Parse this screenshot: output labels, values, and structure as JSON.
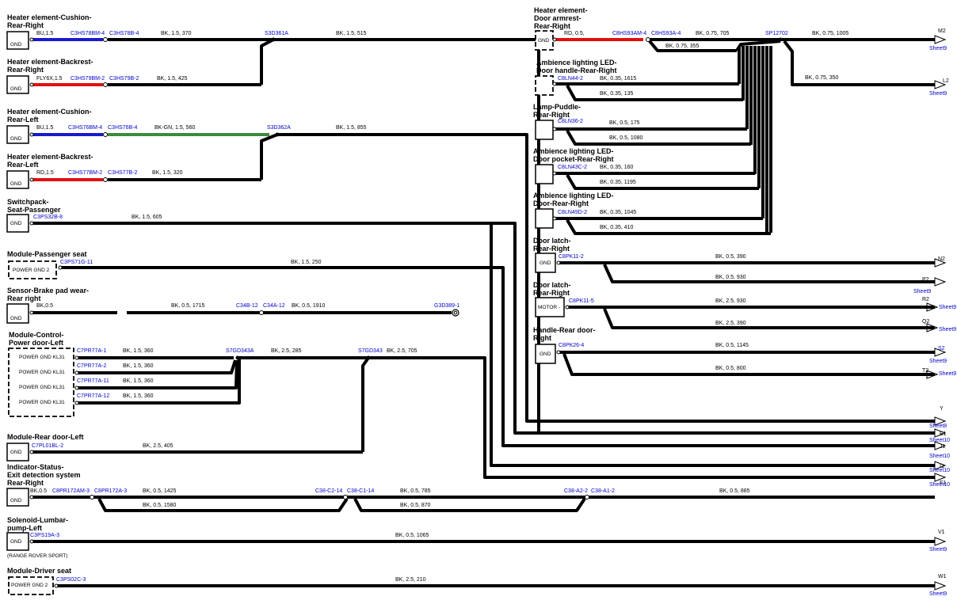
{
  "components": {
    "cushion_rr": {
      "title_1": "Heater element-Cushion-",
      "title_2": "Rear-Right",
      "box": "GND",
      "spec": "BU,1.5",
      "conn_a": "C3HS78BM-4",
      "conn_b": "C3HS78B-4",
      "wire": "BK,  1.5,  370"
    },
    "backrest_rr": {
      "title_1": "Heater element-Backrest-",
      "title_2": "Rear-Right",
      "box": "GND",
      "spec": "FLY6X,1.5",
      "conn_a": "C3HS79BM-2",
      "conn_b": "C3HS79B-2",
      "wire": "BK,  1.5,  425"
    },
    "cushion_rl": {
      "title_1": "Heater element-Cushion-",
      "title_2": "Rear-Left",
      "box": "GND",
      "spec": "BU,1.5",
      "conn_a": "C3HS76BM-4",
      "conn_b": "C3HS76B-4",
      "wire": "BK-GN,  1.5,  560"
    },
    "backrest_rl": {
      "title_1": "Heater element-Backrest-",
      "title_2": "Rear-Left",
      "box": "GND",
      "spec": "RD,1.5",
      "conn_a": "C3HS77BM-2",
      "conn_b": "C3HS77B-2",
      "wire": "BK,  1.5,  320"
    },
    "switchpack": {
      "title_1": "Switchpack-",
      "title_2": "Seat-Passenger",
      "box": "GND",
      "conn": "C3PS32B-8",
      "wire": "BK,  1.5,  605"
    },
    "module_pass": {
      "title_1": "Module-Passenger seat",
      "box": "POWER GND 2",
      "conn": "C3PS71G-11",
      "wire": "BK,  1.5,  250"
    },
    "sensor_brake": {
      "title_1": "Sensor-Brake pad wear-",
      "title_2": "Rear right",
      "box": "GND",
      "spec": "BK,0.5",
      "wire1": "BK,  0.5,  1715",
      "conn_a": "C34B-12",
      "conn_b": "C34A-12",
      "wire2": "BK,  0.5,  1910",
      "end": "G3D389-1"
    },
    "module_ctrl": {
      "title_1": "Module-Control-",
      "title_2": "Power door-Left",
      "pins": [
        "POWER GND KL31",
        "POWER GND KL31",
        "POWER GND KL31",
        "POWER GND KL31"
      ],
      "conns": [
        "C7PR77A-1",
        "C7PR77A-2",
        "C7PR77A-11",
        "C7PR77A-12"
      ],
      "wires": [
        "BK,  1.5,  360",
        "BK,  1.5,  360",
        "BK,  1.5,  360",
        "BK,  1.5,  360"
      ],
      "splice1": "S7GD343A",
      "wire_mid": "BK,  2.5,  285",
      "splice2": "S7GD343",
      "wire_out": "BK,  2.5,  705"
    },
    "module_rdl": {
      "title_1": "Module-Rear door-Left",
      "box": "GND",
      "conn": "C7PL01BL-2",
      "wire": "BK,  2.5,  405"
    },
    "indicator": {
      "title_1": "Indicator-Status-",
      "title_2": "Exit detection system",
      "title_3": "Rear-Right",
      "box": "GND",
      "spec": "BK,0.5",
      "conn_a": "C8PR172AM-3",
      "conn_b": "C8PR172A-3",
      "w1": "BK,  0.5,  1425",
      "w1b": "BK,  0.5,  1580",
      "conn_c": "C38-C2-14",
      "conn_d": "C38-C1-14",
      "w2": "BK,  0.5,  785",
      "w2b": "BK,  0.5,  870",
      "conn_e": "C38-A2-2",
      "conn_f": "C38-A1-2",
      "w3": "BK,  0.5,  885"
    },
    "solenoid": {
      "title_1": "Solenoid-Lumbar-",
      "title_2": "pump-Left",
      "box": "GND",
      "conn": "C3PS19A-3",
      "wire": "BK,  0.5,  1065",
      "note": "(RANGE ROVER SPORT)"
    },
    "module_drv": {
      "title_1": "Module-Driver seat",
      "box": "POWER GND 2",
      "conn": "C3PS02C-3",
      "wire": "BK,  2.5,  210"
    },
    "armrest": {
      "title_1": "Heater element-",
      "title_2": "Door armrest-",
      "title_3": "Rear-Right",
      "box": "GND",
      "spec": "RD,  0.5,",
      "conn_a": "C8HS93AM-4",
      "conn_b": "C8HS93A-4",
      "wire1": "BK,  0.75,  705",
      "wire2": "BK,  0.75,  355",
      "splice": "SP12702",
      "wire_out1": "BK,  0.75,  1005",
      "wire_out2": "BK,  0.75,  350"
    },
    "amb_handle": {
      "title_1": "Ambience lighting LED-",
      "title_2": "Door handle-Rear-Right",
      "conn": "C8LN44-2",
      "wire1": "BK,  0.35,  1615",
      "wire2": "BK,  0.35,  135"
    },
    "puddle": {
      "title_1": "Lamp-Puddle-",
      "title_2": "Rear-Right",
      "conn": "C8LN36-2",
      "wire1": "BK,  0.5,  175",
      "wire2": "BK,  0.5,  1080"
    },
    "amb_pocket": {
      "title_1": "Ambience lighting LED-",
      "title_2": "Door pocket-Rear-Right",
      "conn": "C8LN43C-2",
      "wire1": "BK,  0.35,  160",
      "wire2": "BK,  0.35,  1195"
    },
    "amb_door": {
      "title_1": "Ambience lighting LED-",
      "title_2": "Door-Rear-Right",
      "conn": "C8LN49D-2",
      "wire1": "BK,  0.35,  1045",
      "wire2": "BK,  0.35,  410"
    },
    "latch1": {
      "title_1": "Door latch-",
      "title_2": "Rear-Right",
      "box": "GND",
      "conn": "C8PK11-2",
      "wire1": "BK,  0.5,  390",
      "wire2": "BK,  0.5,  930"
    },
    "latch2": {
      "title_1": "Door latch-",
      "title_2": "Rear-Right",
      "box": "MOTOR -",
      "conn": "C8PK11-5",
      "wire1": "BK,  2.5,  930",
      "wire2": "BK,  2.5,  390"
    },
    "handle": {
      "title_1": "Handle-Rear door-",
      "title_2": "Right",
      "box": "GND",
      "conn": "C8PK26-4",
      "wire1": "BK,  0.5,  1145",
      "wire2": "BK,  0.5,  800"
    },
    "split_1": "S3D361A",
    "wire_top": "BK,  1.5,  515",
    "split_2": "S3D362A",
    "wire_mid2": "BK,  1.5,  855"
  },
  "refs": [
    {
      "code": "M2",
      "sheet": "Sheet9"
    },
    {
      "code": "L2",
      "sheet": "Sheet9"
    },
    {
      "code": "N2",
      "sheet": ""
    },
    {
      "code": "P2",
      "sheet": "Sheet9"
    },
    {
      "code": "R2",
      "sheet": "Sheet9"
    },
    {
      "code": "Q2",
      "sheet": "Sheet9"
    },
    {
      "code": "S2",
      "sheet": "Sheet9"
    },
    {
      "code": "T2",
      "sheet": "Sheet9"
    },
    {
      "code": "Y",
      "sheet": "Sheet8"
    },
    {
      "code": "E1",
      "sheet": "Sheet10"
    },
    {
      "code": "J1",
      "sheet": "Sheet10"
    },
    {
      "code": "I1",
      "sheet": "Sheet10"
    },
    {
      "code": "F1",
      "sheet": "Sheet10"
    },
    {
      "code": "V1",
      "sheet": "Sheet9"
    },
    {
      "code": "W1",
      "sheet": "Sheet9"
    }
  ],
  "colors": {
    "wire": "#000000",
    "blue": "#1a1acc",
    "red": "#e01010",
    "green": "#3c8a3c",
    "link": "#0000cc"
  }
}
